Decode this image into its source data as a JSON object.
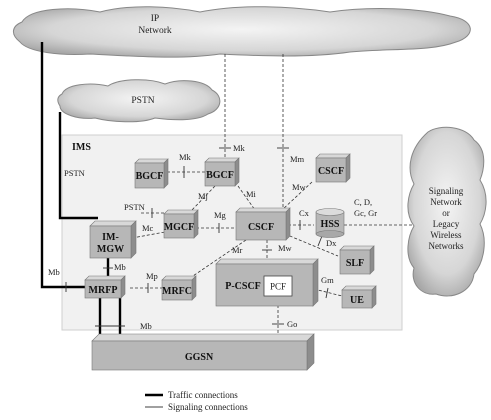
{
  "clouds": {
    "ip": [
      "IP",
      "Network"
    ],
    "pstn": "PSTN",
    "signaling": [
      "Signaling",
      "Network",
      "or",
      "Legacy",
      "Wireless",
      "Networks"
    ]
  },
  "ims_title": "IMS",
  "nodes": {
    "bgcf_left": "BGCF",
    "bgcf_right": "BGCF",
    "cscf_top": "CSCF",
    "mgcf": "MGCF",
    "cscf_main": "CSCF",
    "hss": "HSS",
    "im_mgw": [
      "IM-",
      "MGW"
    ],
    "slf": "SLF",
    "mrfp": "MRFP",
    "mrfc": "MRFC",
    "pcscf": "P-CSCF",
    "pcf": "PCF",
    "ue": "UE",
    "ggsn": "GGSN"
  },
  "interfaces": {
    "mk_top": "Mk",
    "mk": "Mk",
    "mm": "Mm",
    "pstn_left": "PSTN",
    "mj": "Mj",
    "mi": "Mi",
    "mw_top": "Mw",
    "pstn_mid": "PSTN",
    "mg": "Mg",
    "cx": "Cx",
    "c_d_gc_gr": [
      "C, D,",
      "Gc, Gr"
    ],
    "mc": "Mc",
    "mr": "Mr",
    "mw": "Mw",
    "dx": "Dx",
    "mb_left": "Mb",
    "mb_mid": "Mb",
    "mp": "Mp",
    "gm": "Gm",
    "mb_bottom": "Mb",
    "go": "Go"
  },
  "legend": {
    "traffic": "Traffic connections",
    "signaling": "Signaling connections"
  }
}
